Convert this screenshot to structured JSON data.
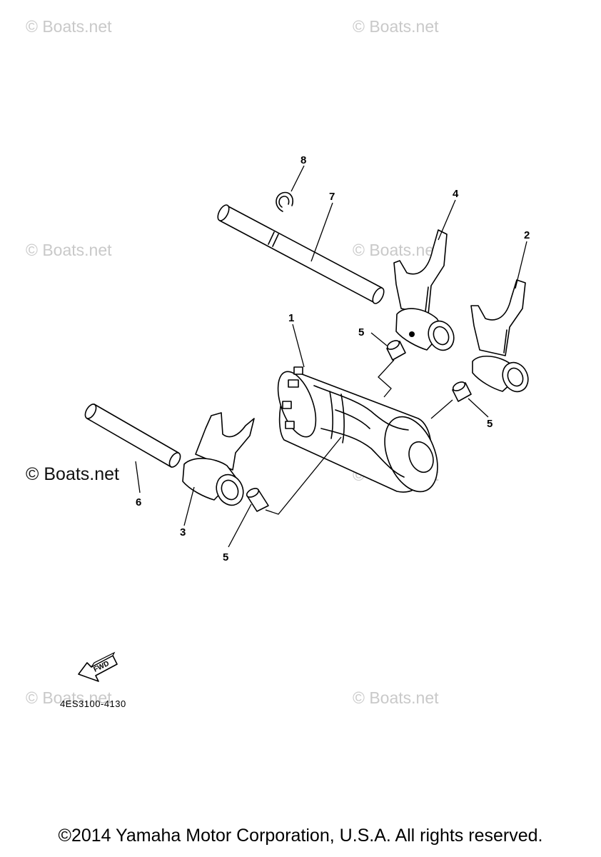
{
  "watermarks": [
    "© Boats.net",
    "© Boats.net",
    "© Boats.net",
    "© Boats.net",
    "© Boats.net",
    "© Boats.net",
    "© Boats.net",
    "© Boats.net"
  ],
  "callouts": {
    "shift_cam": "1",
    "shift_fork_2": "2",
    "shift_fork_3": "3",
    "shift_fork_4": "4",
    "guide_bar_pin_top": "5",
    "guide_bar_pin_right": "5",
    "guide_bar_pin_bottom": "5",
    "shift_fork_guide_bar_6": "6",
    "shift_fork_guide_bar_7": "7",
    "circlip_8": "8"
  },
  "fwd_label": "FWD",
  "diagram_code": "4ES3100-4130",
  "copyright": "©2014 Yamaha Motor Corporation, U.S.A. All rights reserved."
}
